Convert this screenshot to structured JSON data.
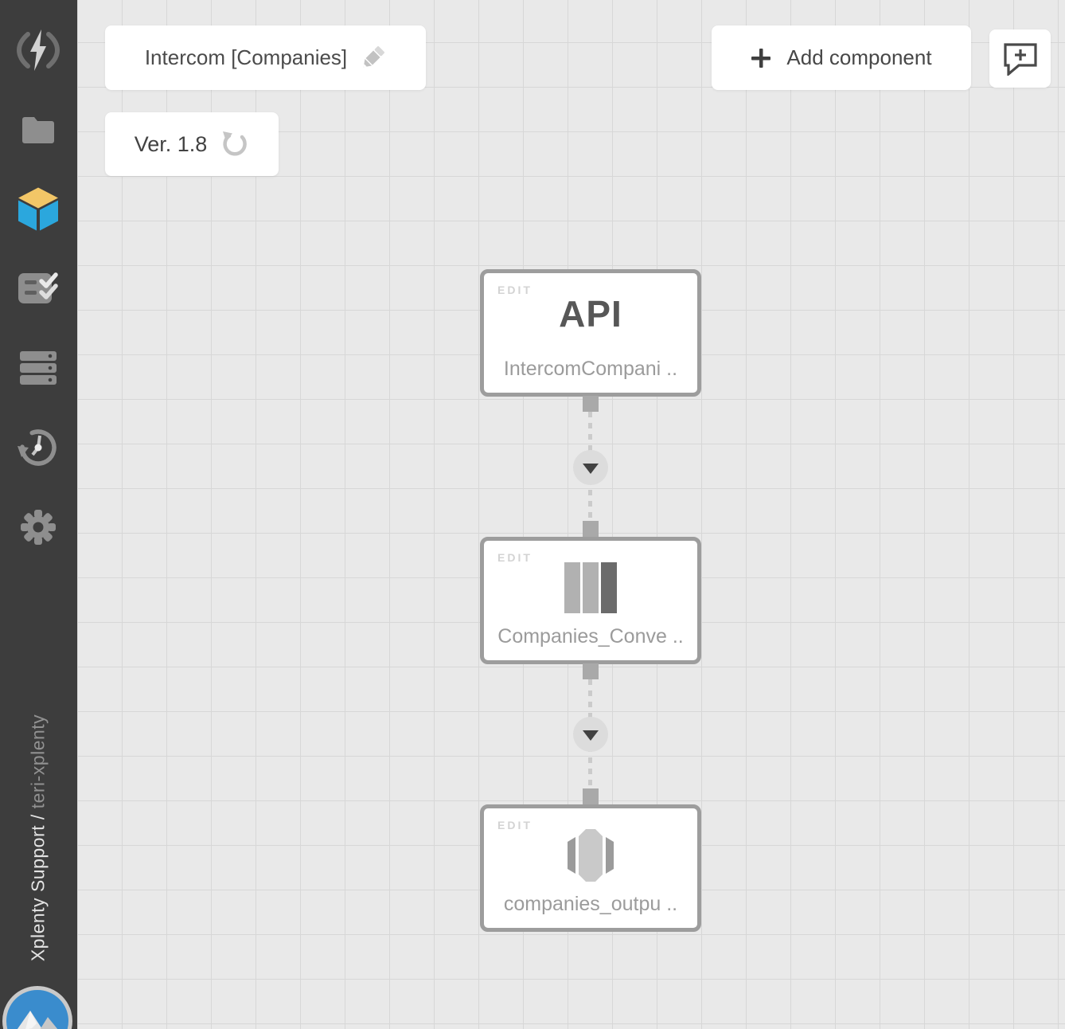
{
  "sidebar": {
    "workspace": "Xplenty Support / ",
    "account": "teri-xplenty",
    "icons": [
      "flash-logo-icon",
      "folder-icon",
      "package-cube-icon",
      "tasks-checklist-icon",
      "connections-servers-icon",
      "history-clock-icon",
      "settings-gear-icon",
      "avatar-mountain-logo"
    ]
  },
  "toolbar": {
    "package_title": "Intercom [Companies]",
    "version": "Ver. 1.8",
    "add_component": "Add component",
    "icons": [
      "edit-pencil-icon",
      "rollback-undo-icon",
      "plus-icon",
      "add-note-comment-icon"
    ]
  },
  "nodes": [
    {
      "edit": "EDIT",
      "type_label": "API",
      "name": "IntercomCompani ..",
      "kind": "api-source"
    },
    {
      "edit": "EDIT",
      "name": "Companies_Conve ..",
      "kind": "select-transformation",
      "icon": "columns-bars-icon"
    },
    {
      "edit": "EDIT",
      "name": "companies_outpu ..",
      "kind": "storage-destination",
      "icon": "storage-barrel-icon"
    }
  ],
  "colors": {
    "sidebar_bg": "#3d3d3d",
    "canvas_bg": "#e9e9e9",
    "grid_line": "#d7d7d7",
    "node_border": "#9d9d9d",
    "connector_gray": "#a9a9a9",
    "active_icon_blue": "#2ba7dd",
    "active_icon_yellow": "#f2c667"
  }
}
